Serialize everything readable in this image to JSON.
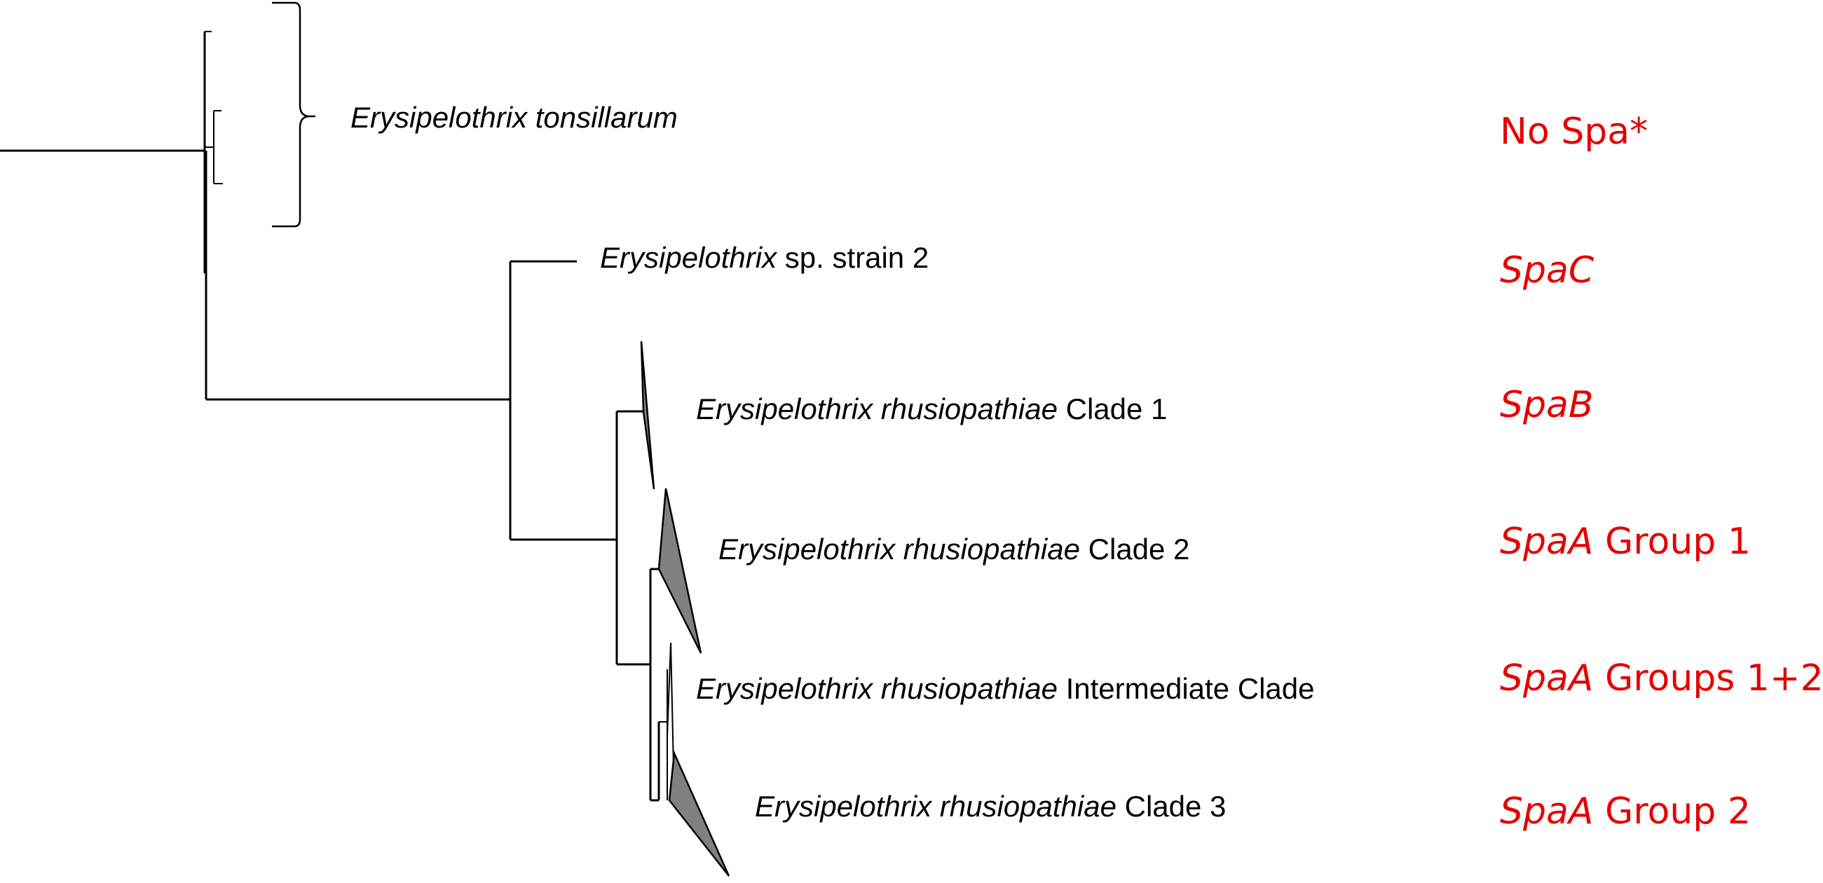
{
  "accent_color": "#e60000",
  "clade_fill_color": "#808080",
  "taxa": [
    {
      "italic": "Erysipelothrix tonsillarum",
      "plain": ""
    },
    {
      "italic": "Erysipelothrix",
      "plain": " sp. strain 2"
    },
    {
      "italic": "Erysipelothrix rhusiopathiae",
      "plain": " Clade 1"
    },
    {
      "italic": "Erysipelothrix rhusiopathiae",
      "plain": " Clade 2"
    },
    {
      "italic": "Erysipelothrix rhusiopathiae",
      "plain": " Intermediate Clade"
    },
    {
      "italic": "Erysipelothrix rhusiopathiae",
      "plain": " Clade 3"
    }
  ],
  "spa_labels": [
    {
      "italic": "",
      "plain": "No Spa*"
    },
    {
      "italic": "SpaC",
      "plain": ""
    },
    {
      "italic": "SpaB",
      "plain": ""
    },
    {
      "italic": "SpaA",
      "plain": " Group 1"
    },
    {
      "italic": "SpaA",
      "plain": " Groups 1+2"
    },
    {
      "italic": "SpaA",
      "plain": " Group 2"
    }
  ]
}
